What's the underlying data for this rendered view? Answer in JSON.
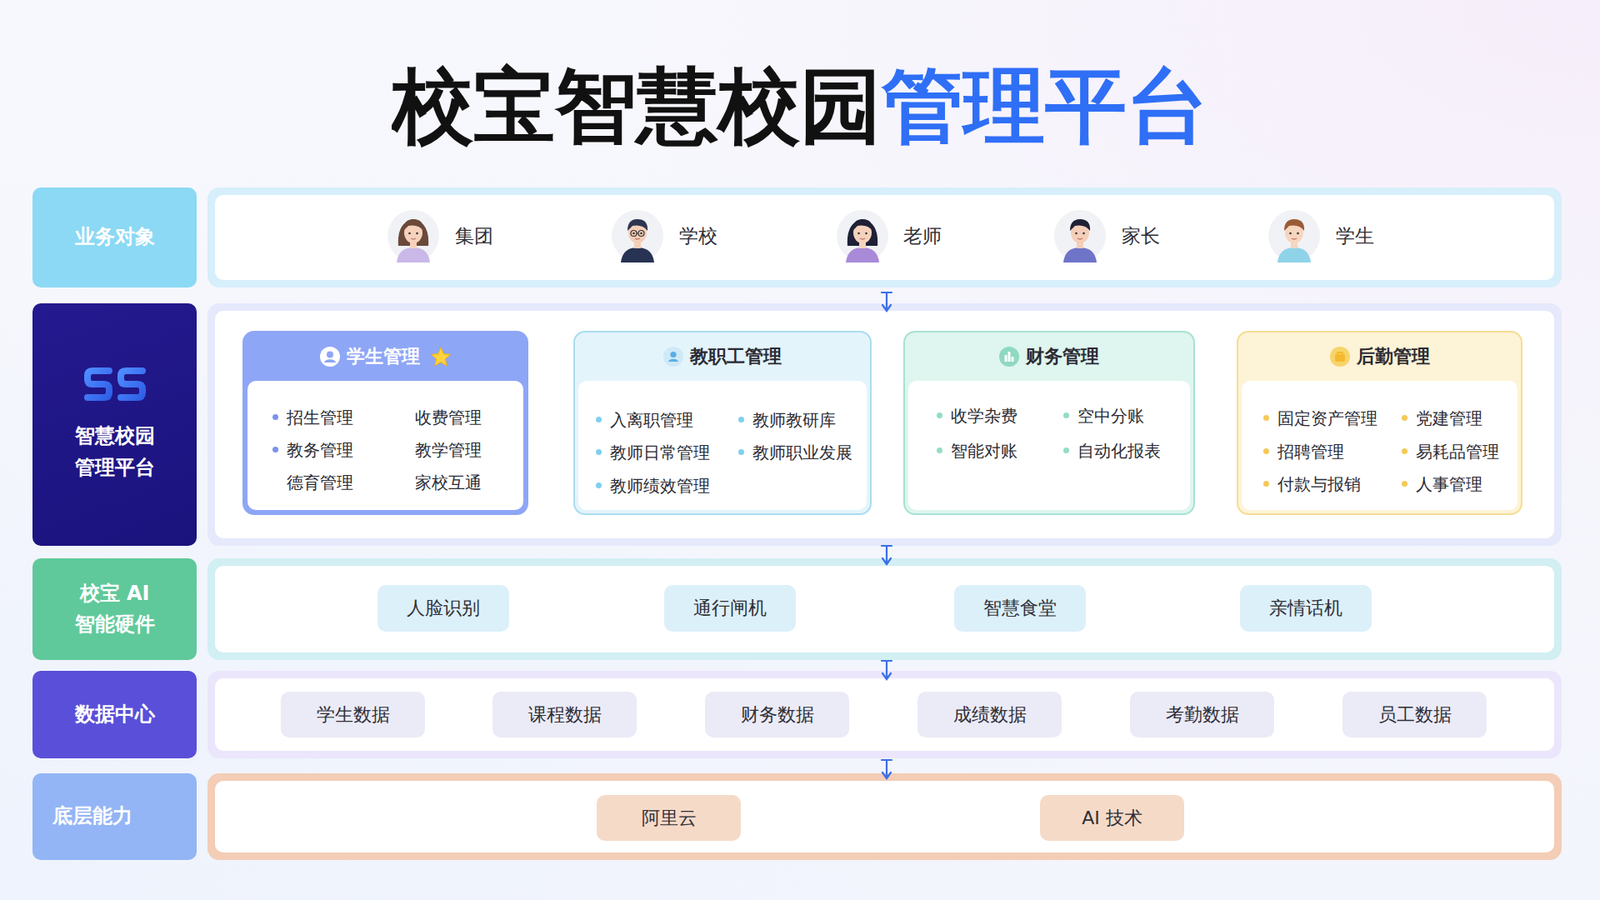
{
  "diagram": {
    "title": "校宝智慧校园管理平台",
    "nodes": [
      {
        "text": [
          "业务对象"
        ]
      },
      {
        "text": [
          "智慧校园 管理平台"
        ]
      },
      {
        "text": [
          "学生管理",
          "招生管理",
          "收费管理",
          "教务管理",
          "教学管理",
          "德育管理",
          "家校互通"
        ]
      },
      {
        "text": [
          "教职工管理",
          "入离职管理",
          "教师教研库",
          "教师日常管理",
          "教师职业发展",
          "教师绩效管理"
        ]
      },
      {
        "text": [
          "财务管理",
          "收学杂费",
          "空中分账",
          "智能对账",
          "自动化报表"
        ]
      },
      {
        "text": [
          "后勤管理",
          "固定资产管理",
          "党建管理",
          "招聘管理",
          "易耗品管理",
          "付款与报销",
          "人事管理"
        ]
      },
      {
        "text": [
          "校宝 AI 智能硬件"
        ]
      },
      {
        "text": [
          "人脸识别"
        ]
      },
      {
        "text": [
          "通行闸机"
        ]
      },
      {
        "text": [
          "智慧食堂"
        ]
      },
      {
        "text": [
          "亲情话机"
        ]
      },
      {
        "text": [
          "数据中心"
        ]
      },
      {
        "text": [
          "学生数据"
        ]
      },
      {
        "text": [
          "课程数据"
        ]
      },
      {
        "text": [
          "财务数据"
        ]
      },
      {
        "text": [
          "成绩数据"
        ]
      },
      {
        "text": [
          "考勤数据"
        ]
      },
      {
        "text": [
          "员工数据"
        ]
      },
      {
        "text": [
          "底层能力"
        ]
      },
      {
        "text": [
          "阿里云"
        ]
      },
      {
        "text": [
          "AI 技术"
        ]
      }
    ],
    "labels": [
      "集团",
      "学校",
      "老师",
      "家长",
      "学生"
    ]
  }
}
